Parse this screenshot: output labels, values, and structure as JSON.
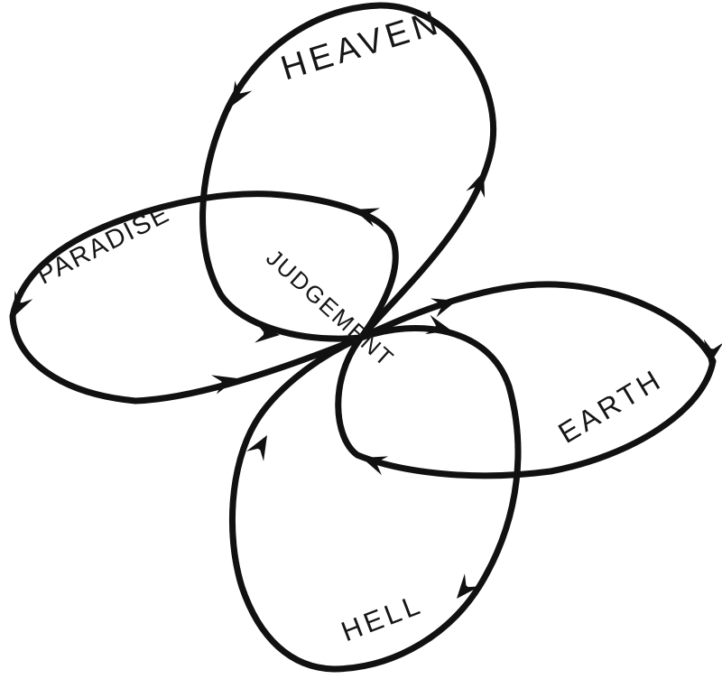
{
  "page": {
    "background_color": "#ffffff",
    "ink_color": "#111111",
    "description": "Hand-drawn four-petal cycle diagram"
  },
  "diagram": {
    "type": "cycle-diagram",
    "center": {
      "id": "judgement",
      "label": "JUDGEMENT"
    },
    "nodes": [
      {
        "id": "heaven",
        "label": "HEAVEN"
      },
      {
        "id": "paradise",
        "label": "PARADISE"
      },
      {
        "id": "earth",
        "label": "EARTH"
      },
      {
        "id": "hell",
        "label": "HELL"
      }
    ],
    "has_direction_arrows": true,
    "arrow_count": 12
  }
}
